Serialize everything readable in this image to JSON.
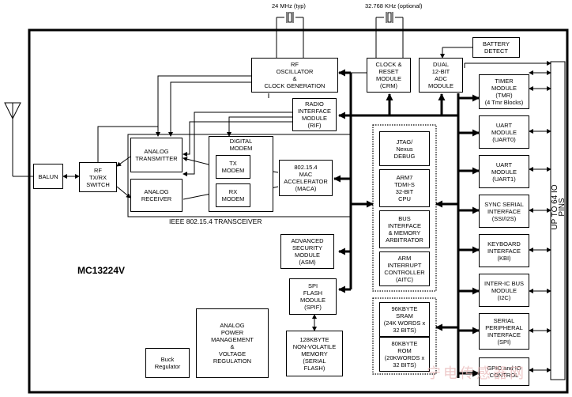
{
  "crystals": {
    "main": "24 MHz (typ)",
    "rtc": "32.768 KHz (optional)"
  },
  "chip_label": "MC13224V",
  "transceiver_label": "IEEE 802.15.4 TRANSCEIVER",
  "io_pins_label": "UP TO 64 IO PINS",
  "blocks": {
    "battery_detect": "BATTERY\nDETECT",
    "rf_osc": "RF\nOSCILLATOR\n&\nCLOCK GENERATION",
    "crm": "CLOCK &\nRESET\nMODULE\n(CRM)",
    "adc": "DUAL\n12-BIT\nADC\nMODULE",
    "rif": "RADIO\nINTERFACE\nMODULE\n(RIF)",
    "balun": "BALUN",
    "rf_switch": "RF\nTX/RX\nSWITCH",
    "analog_tx": "ANALOG\nTRANSMITTER",
    "analog_rx": "ANALOG\nRECEIVER",
    "digital_modem": "DIGITAL\nMODEM",
    "tx_modem": "TX\nMODEM",
    "rx_modem": "RX\nMODEM",
    "maca": "802.15.4\nMAC\nACCELERATOR\n(MACA)",
    "jtag": "JTAG/\nNexus\nDEBUG",
    "cpu": "ARM7\nTDMI-S\n32-BIT\nCPU",
    "bus": "BUS\nINTERFACE\n& MEMORY\nARBITRATOR",
    "aitc": "ARM\nINTERRUPT\nCONTROLLER\n(AITC)",
    "asm": "ADVANCED\nSECURITY\nMODULE\n(ASM)",
    "spif": "SPI\nFLASH\nMODULE\n(SPIF)",
    "power": "ANALOG\nPOWER\nMANAGEMENT\n&\nVOLTAGE\nREGULATION",
    "buck": "Buck\nRegulator",
    "flash": "128KBYTE\nNON-VOLATILE\nMEMORY\n(SERIAL\nFLASH)",
    "sram": "96KBYTE\nSRAM\n(24K WORDS x\n32 BITS)",
    "rom": "80KBYTE\nROM\n(20KWORDS x\n32 BITS)",
    "tmr": "TIMER\nMODULE\n(TMR)\n(4 Tmr Blocks)",
    "uart0": "UART\nMODULE\n(UART0)",
    "uart1": "UART\nMODULE\n(UART1)",
    "ssi": "SYNC SERIAL\nINTERFACE\n(SSI/I2S)",
    "kbi": "KEYBOARD\nINTERFACE\n(KBI)",
    "i2c": "INTER-IC BUS\nMODULE\n(I2C)",
    "spi": "SERIAL\nPERIPHERAL\nINTERFACE\n(SPI)",
    "gpio": "GPIO and IO\nCONTROL"
  },
  "watermark": "宁电传感器网"
}
